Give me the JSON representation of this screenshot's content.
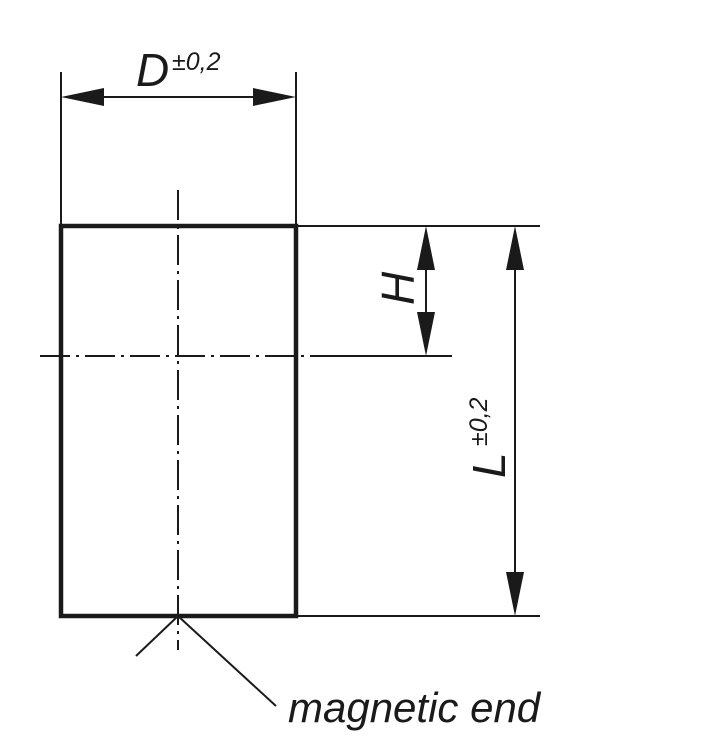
{
  "dimensions": {
    "diameter": {
      "symbol": "D",
      "tolerance": "±0,2"
    },
    "height": {
      "symbol": "H"
    },
    "length": {
      "symbol": "L",
      "tolerance": "±0,2"
    }
  },
  "callout": {
    "text": "magnetic end"
  }
}
